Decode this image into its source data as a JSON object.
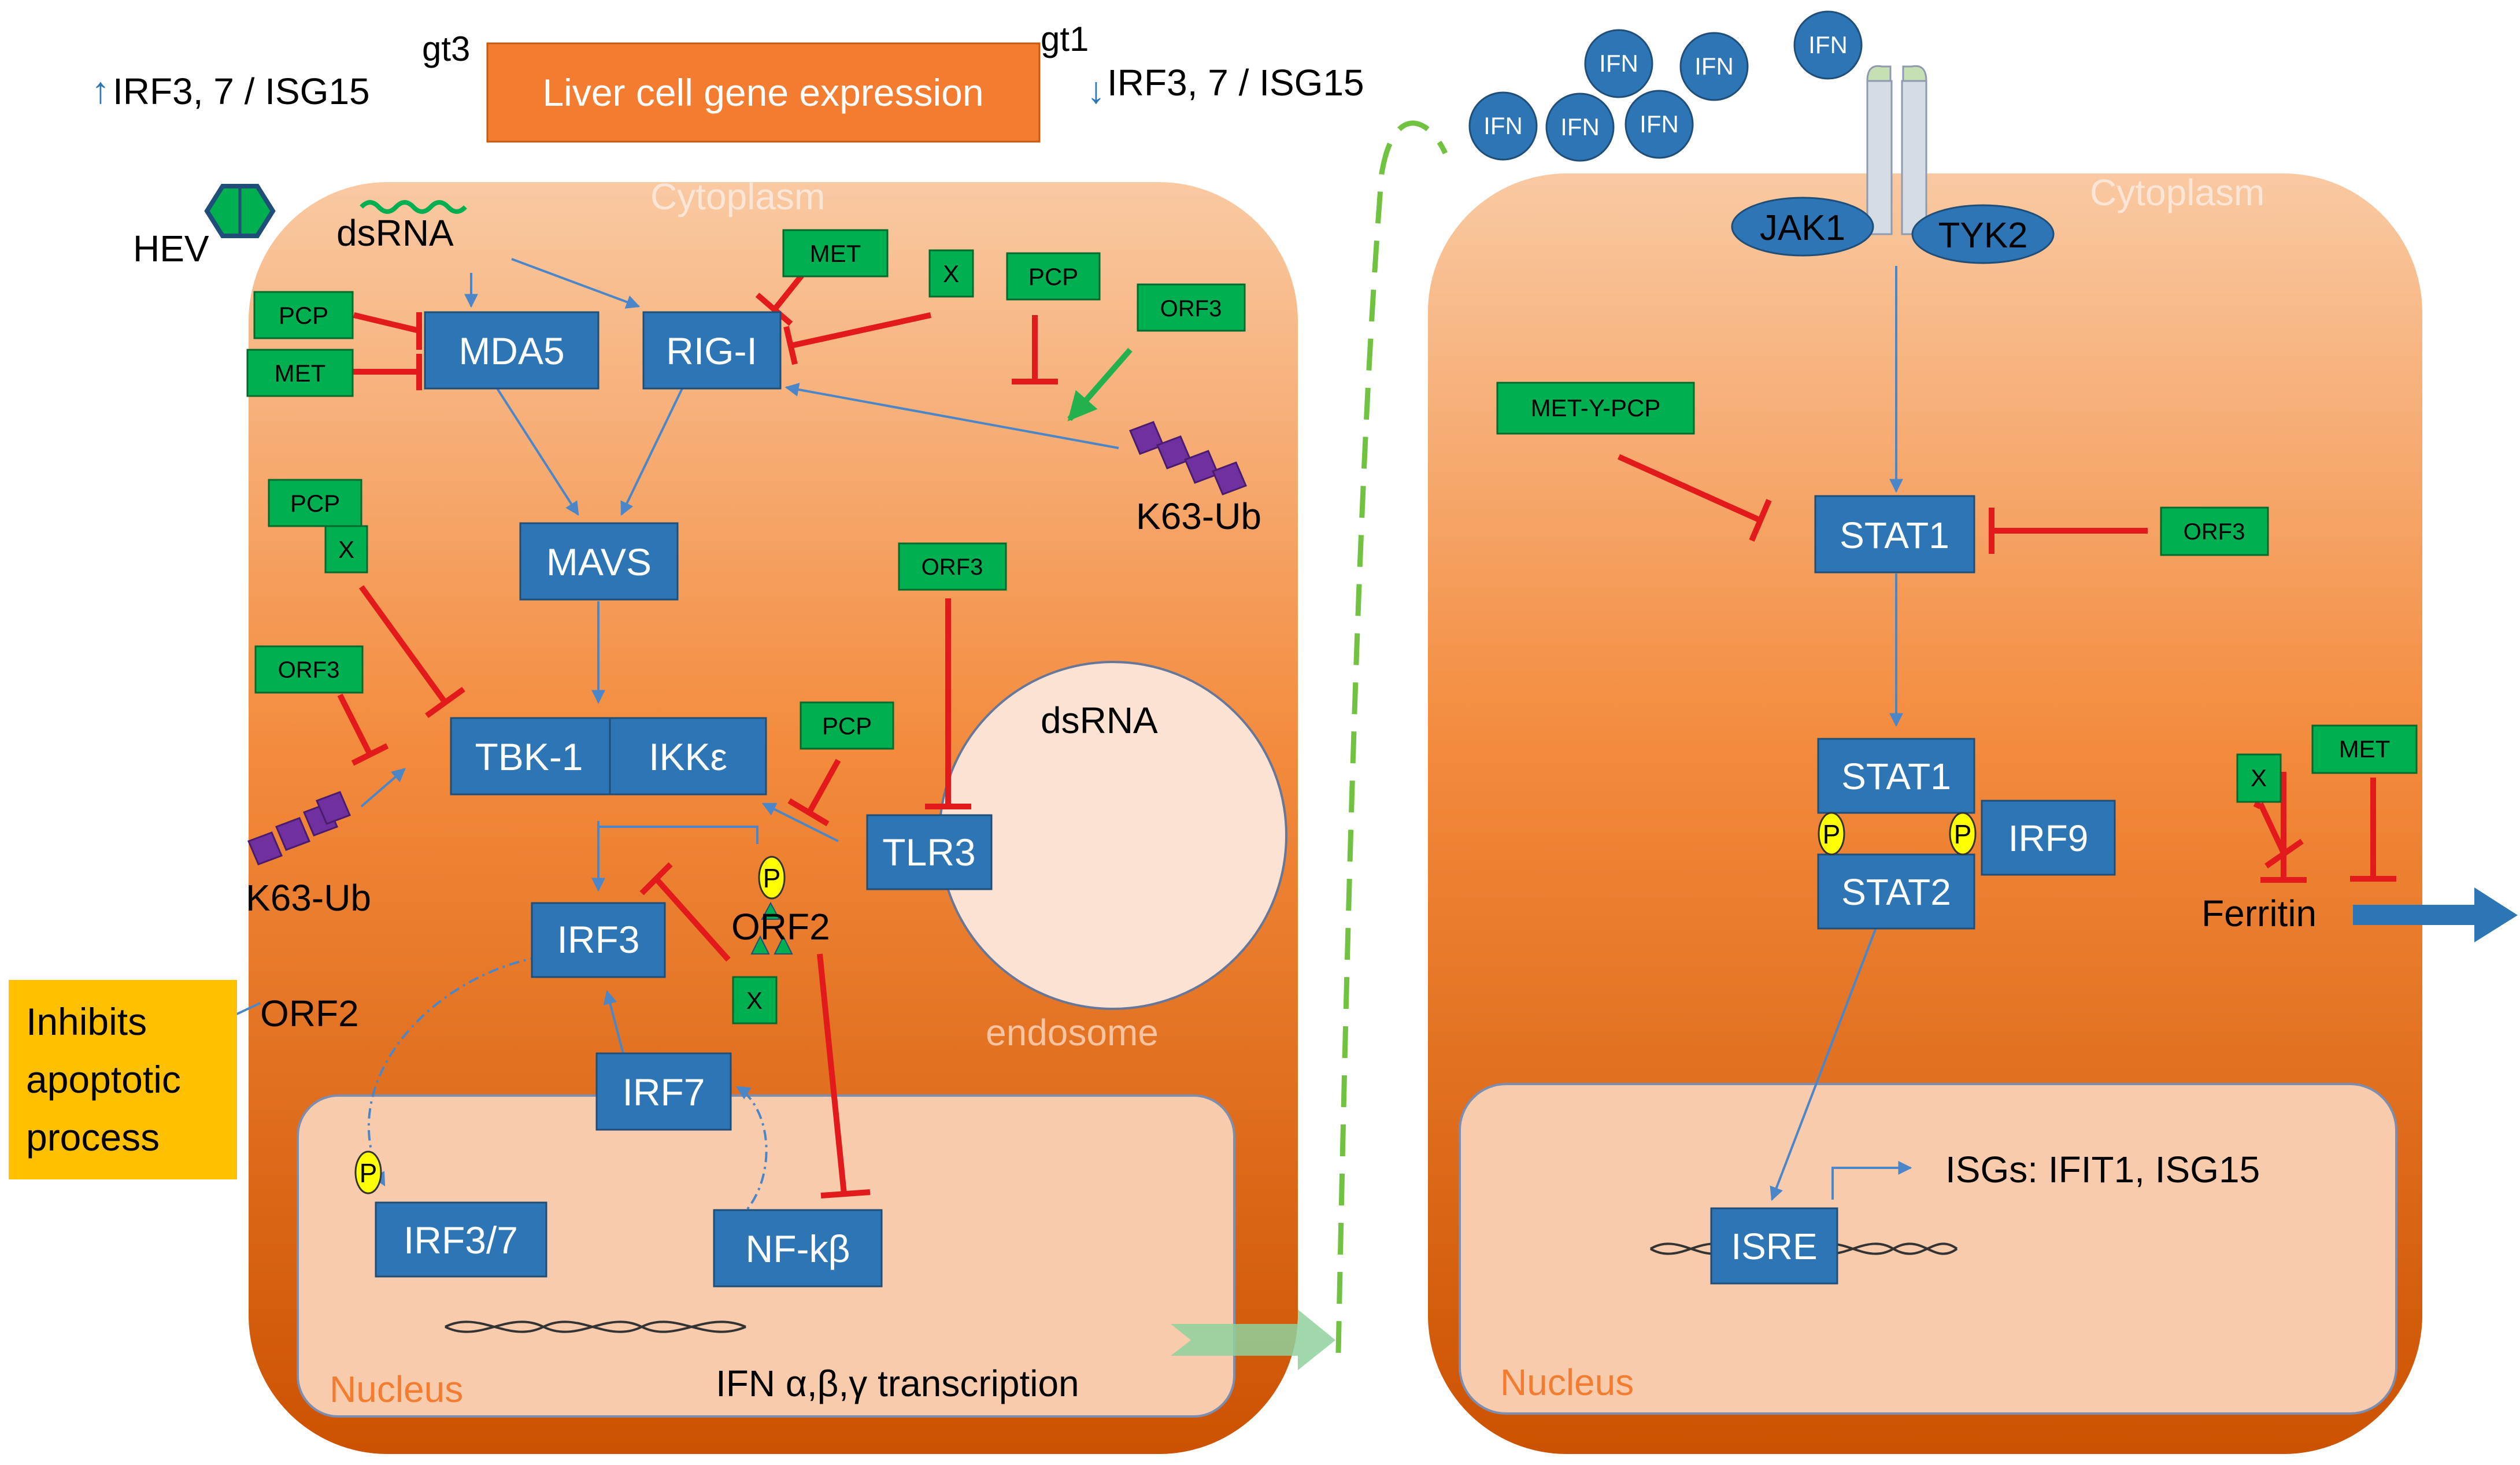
{
  "header": {
    "gt3_label": "gt3",
    "gt1_label": "gt1",
    "title": "Liver cell gene expression",
    "up_text": "IRF3, 7 / ISG15",
    "down_text": "IRF3, 7 / ISG15",
    "up_arrow": "↑",
    "down_arrow": "↓"
  },
  "left_cell": {
    "cytoplasm_label": "Cytoplasm",
    "nucleus_label": "Nucleus",
    "endosome_label": "endosome",
    "hev": "HEV",
    "dsrna_top": "dsRNA",
    "dsrna_endosome": "dsRNA",
    "mda5": "MDA5",
    "rigi": "RIG-I",
    "mavs": "MAVS",
    "tbk1": "TBK-1",
    "ikke": "IKKε",
    "tlr3": "TLR3",
    "irf3": "IRF3",
    "irf7": "IRF7",
    "irf37": "IRF3/7",
    "nfkb": "NF-kβ",
    "k63_ub_1": "K63-Ub",
    "k63_ub_2": "K63-Ub",
    "orf2_center": "ORF2",
    "orf2_left": "ORF2",
    "transcription": "IFN α,β,γ transcription",
    "phospho": "P"
  },
  "inhibitors": {
    "pcp_mda5": "PCP",
    "met_mda5": "MET",
    "met_rigi": "MET",
    "x_rigi": "X",
    "pcp_top": "PCP",
    "orf3_top": "ORF3",
    "pcp_left": "PCP",
    "x_left": "X",
    "orf3_left": "ORF3",
    "orf3_tlr3": "ORF3",
    "pcp_tlr3": "PCP",
    "x_irf3": "X"
  },
  "apoptosis_box": {
    "line1": "Inhibits",
    "line2": "apoptotic",
    "line3": "process"
  },
  "right_cell": {
    "cytoplasm_label": "Cytoplasm",
    "nucleus_label": "Nucleus",
    "ifn": "IFN",
    "jak1": "JAK1",
    "tyk2": "TYK2",
    "met_y_pcp": "MET-Y-PCP",
    "stat1": "STAT1",
    "orf3": "ORF3",
    "stat1_complex": "STAT1",
    "stat2": "STAT2",
    "irf9": "IRF9",
    "x_ferritin": "X",
    "met_ferritin": "MET",
    "ferritin": "Ferritin",
    "isre": "ISRE",
    "isgs": "ISGs: IFIT1, ISG15",
    "phospho": "P"
  },
  "colors": {
    "node_blue": "#2E75B6",
    "inhibitor_green": "#00B050",
    "inhibit_red": "#E31A1C",
    "arrow_blue": "#4A86C8",
    "cell_orange_top": "#F9C9A2",
    "cell_orange_bottom": "#CC5200",
    "header_orange": "#F47C30",
    "apoptosis_yellow": "#FFC000",
    "phospho_yellow": "#FFFF00",
    "ub_purple": "#7030A0",
    "dashed_green": "#70C240"
  }
}
